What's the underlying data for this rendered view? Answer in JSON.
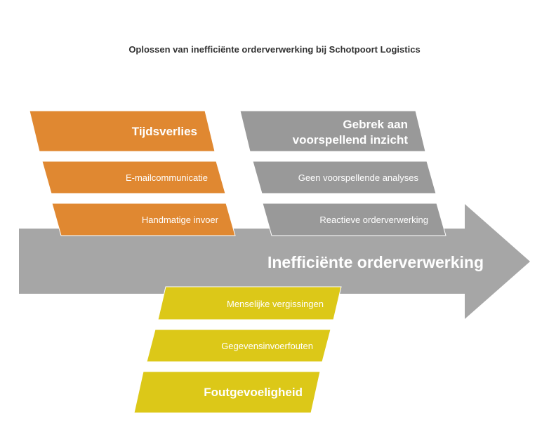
{
  "title": "Oplossen van inefficiënte orderverwerking bij Schotpoort Logistics",
  "spine": {
    "label": "Inefficiënte orderverwerking",
    "color": "#a6a6a6"
  },
  "categories": {
    "time_loss": {
      "title": "Tijdsverlies",
      "color": "#e08831",
      "causes": [
        "E-mailcommunicatie",
        "Handmatige invoer"
      ]
    },
    "predictive_insight": {
      "title_line1": "Gebrek aan",
      "title_line2": "voorspellend inzicht",
      "color": "#999999",
      "causes": [
        "Geen voorspellende analyses",
        "Reactieve orderverwerking"
      ]
    },
    "error_prone": {
      "title": "Foutgevoeligheid",
      "color": "#dcc818",
      "causes": [
        "Menselijke vergissingen",
        "Gegevensinvoerfouten"
      ]
    }
  }
}
